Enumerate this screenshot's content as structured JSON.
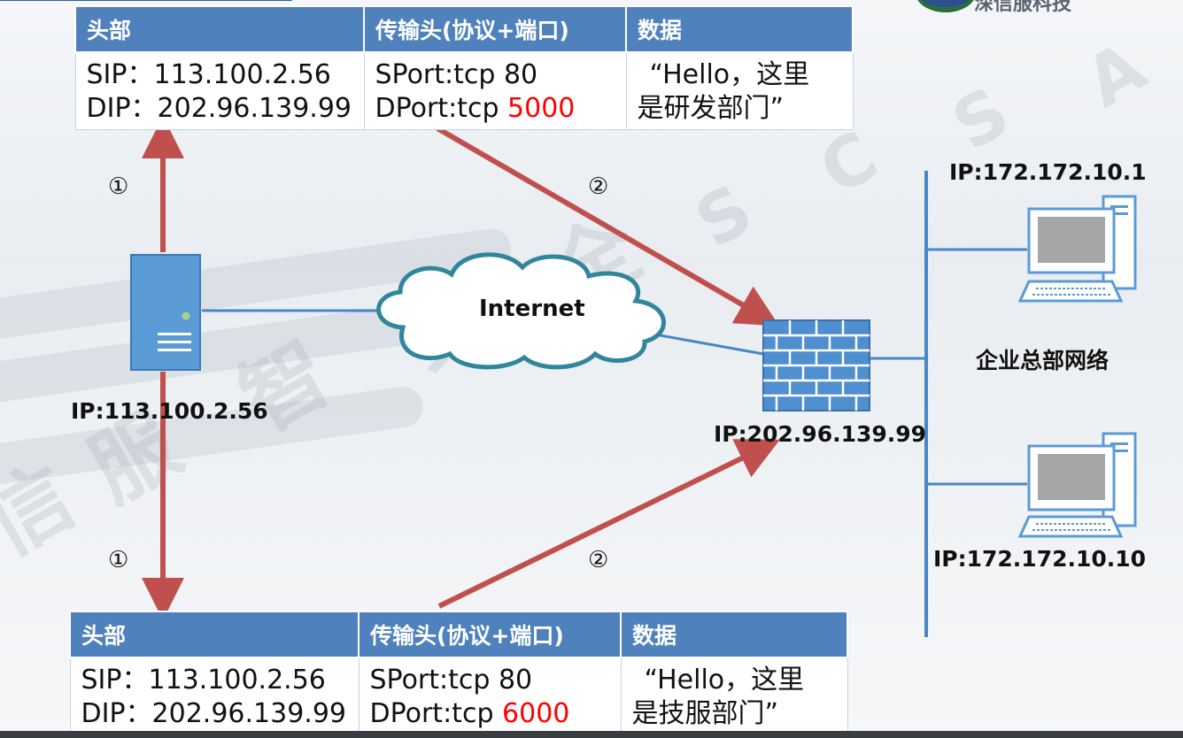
{
  "logo": {
    "text": "深信服科技"
  },
  "watermarks": {
    "cn": [
      "信",
      "服",
      "智",
      "安",
      "全"
    ],
    "en": [
      "S",
      "C",
      "S",
      "A"
    ]
  },
  "top_packet": {
    "headers": [
      "头部",
      "传输头(协议+端口)",
      "数据"
    ],
    "sip": "SIP：113.100.2.56",
    "dip": "DIP：202.96.139.99",
    "sport": "SPort:tcp 80",
    "dport_prefix": "DPort:tcp ",
    "dport_value": "5000",
    "data_line1": "“Hello，这里",
    "data_line2": "是研发部门”"
  },
  "bottom_packet": {
    "headers": [
      "头部",
      "传输头(协议+端口)",
      "数据"
    ],
    "sip": "SIP：113.100.2.56",
    "dip": "DIP：202.96.139.99",
    "sport": "SPort:tcp 80",
    "dport_prefix": "DPort:tcp ",
    "dport_value": "6000",
    "data_line1": "“Hello，这里",
    "data_line2": "是技服部门”"
  },
  "server": {
    "ip_label": "IP:113.100.2.56",
    "icon": "server-icon"
  },
  "cloud": {
    "label": "Internet",
    "icon": "cloud-icon"
  },
  "firewall": {
    "ip_label": "IP:202.96.139.99",
    "icon": "firewall-icon"
  },
  "network": {
    "label": "企业总部网络",
    "pc1_ip": "IP:172.172.10.1",
    "pc2_ip": "IP:172.172.10.10",
    "icon": "computer-icon"
  },
  "steps": {
    "one": "①",
    "two": "②"
  },
  "colors": {
    "header_fill": "#4f81bd",
    "arrow": "#c0504d",
    "line": "#4a86c5",
    "highlight_port": "#ff0000"
  }
}
